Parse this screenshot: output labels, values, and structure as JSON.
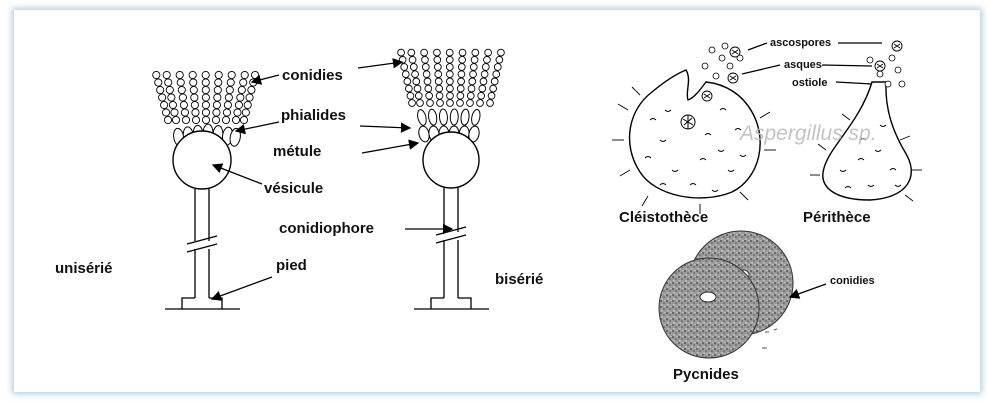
{
  "labels": {
    "conidies": "conidies",
    "phialides": "phialides",
    "metule": "métule",
    "vesicule": "vésicule",
    "conidiophore": "conidiophore",
    "pied": "pied",
    "uniserie": "unisérié",
    "biserie": "bisérié",
    "ascospores": "ascospores",
    "asques": "asques",
    "ostiole": "ostiole",
    "cleistotheces": "Cléistothèce",
    "perithece": "Périthèce",
    "conidies_pycnide": "conidies",
    "pycnides": "Pycnides",
    "watermark": "Aspergillus sp."
  }
}
